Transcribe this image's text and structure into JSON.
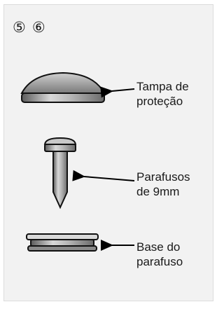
{
  "steps": [
    "⑤",
    "⑥"
  ],
  "parts": [
    {
      "id": "cap",
      "label": "Tampa de\nproteção",
      "icon": "dome-cap-icon"
    },
    {
      "id": "screw",
      "label": "Parafusos\nde 9mm",
      "icon": "screw-icon"
    },
    {
      "id": "base",
      "label": "Base do\nparafuso",
      "icon": "screw-base-icon"
    }
  ]
}
